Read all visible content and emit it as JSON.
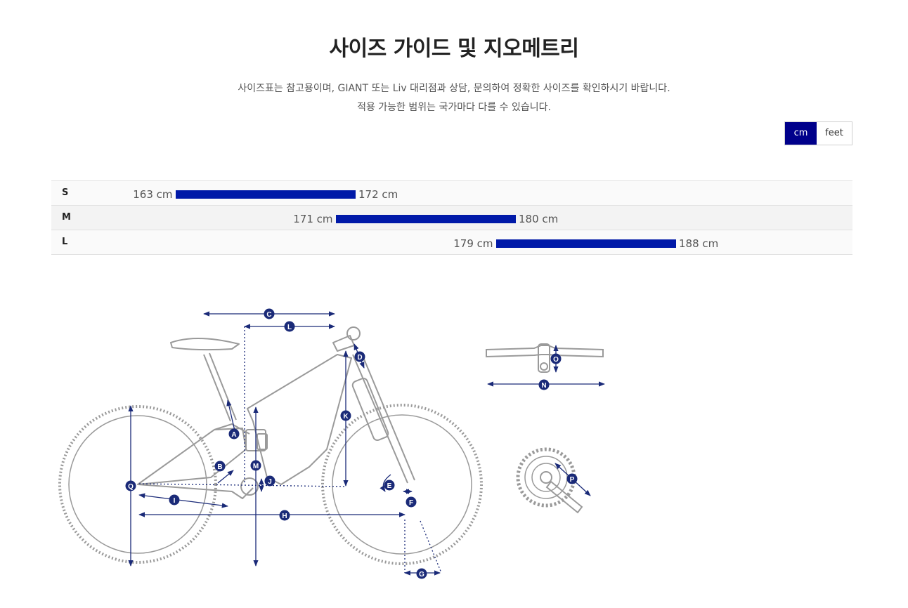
{
  "page": {
    "title": "사이즈 가이드 및 지오메트리",
    "description_line1": "사이즈표는 참고용이며, GIANT 또는 Liv 대리점과 상담, 문의하여 정확한 사이즈를 확인하시기 바랍니다.",
    "description_line2": "적용 가능한 범위는 국가마다 다를 수 있습니다."
  },
  "unit_toggle": {
    "options": [
      {
        "label": "cm",
        "selected": true
      },
      {
        "label": "feet",
        "selected": false
      }
    ],
    "active_color": "#00008b"
  },
  "size_chart": {
    "bar_color": "#0019a8",
    "scale_cm": [
      160,
      192
    ],
    "rows": [
      {
        "size": "S",
        "min_cm": 163,
        "max_cm": 172,
        "min_label": "163 cm",
        "max_label": "172 cm"
      },
      {
        "size": "M",
        "min_cm": 171,
        "max_cm": 180,
        "min_label": "171 cm",
        "max_label": "180 cm"
      },
      {
        "size": "L",
        "min_cm": 179,
        "max_cm": 188,
        "min_label": "179 cm",
        "max_label": "188 cm"
      }
    ]
  },
  "geometry": {
    "marker_color": "#1a2a78",
    "markers": [
      "A",
      "B",
      "C",
      "D",
      "E",
      "F",
      "G",
      "H",
      "I",
      "J",
      "K",
      "L",
      "M",
      "N",
      "O",
      "P",
      "Q"
    ]
  }
}
